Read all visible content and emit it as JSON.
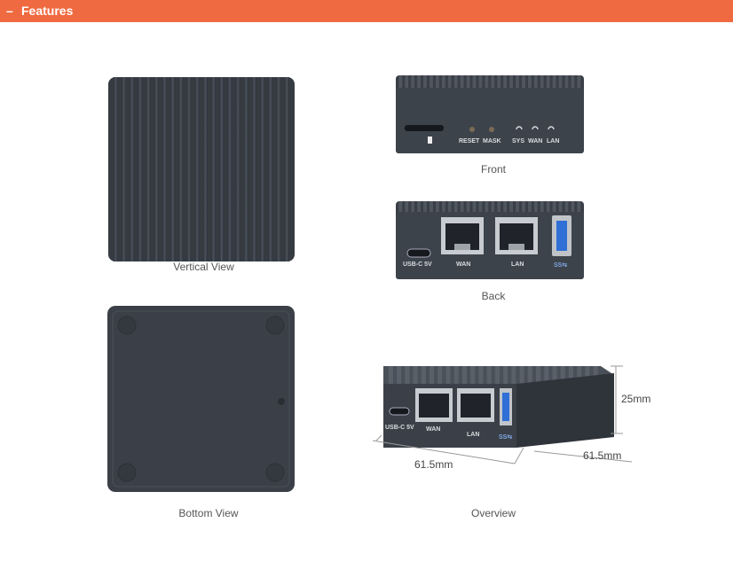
{
  "header": {
    "title": "Features",
    "dash": "–"
  },
  "captions": {
    "vertical": "Vertical View",
    "front": "Front",
    "back": "Back",
    "bottom": "Bottom View",
    "overview": "Overview"
  },
  "front_labels": {
    "reset": "RESET",
    "mask": "MASK",
    "sys": "SYS",
    "wan": "WAN",
    "lan": "LAN"
  },
  "back_labels": {
    "usbc": "USB-C 5V",
    "wan": "WAN",
    "lan": "LAN",
    "usb3": "SS⇆"
  },
  "overview_labels": {
    "usbc": "USB-C 5V",
    "wan": "WAN",
    "lan": "LAN",
    "usb3": "SS⇆"
  },
  "dimensions": {
    "height": "25mm",
    "width": "61.5mm",
    "depth": "61.5mm"
  },
  "colors": {
    "accent": "#f06a41",
    "device": "#3a3f47",
    "text": "#555555"
  }
}
